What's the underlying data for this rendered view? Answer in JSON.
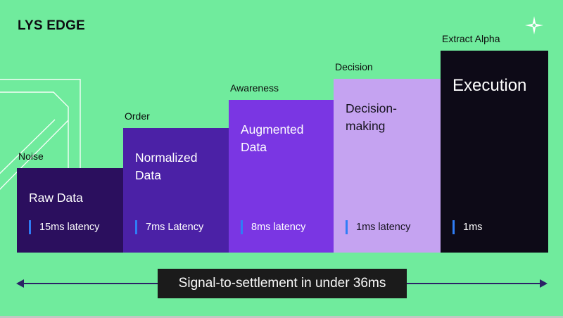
{
  "header": {
    "brand": "LYS EDGE"
  },
  "stages": [
    {
      "label": "Noise",
      "title": "Raw Data",
      "latency": "15ms latency",
      "color": "#2B0F5E",
      "text_color": "#FFFFFF"
    },
    {
      "label": "Order",
      "title": "Normalized Data",
      "latency": "7ms Latency",
      "color": "#4B21A6",
      "text_color": "#FFFFFF"
    },
    {
      "label": "Awareness",
      "title": "Augmented Data",
      "latency": "8ms latency",
      "color": "#7A36E3",
      "text_color": "#FFFFFF"
    },
    {
      "label": "Decision",
      "title": "Decision-making",
      "latency": "1ms latency",
      "color": "#C5A3F1",
      "text_color": "#16131F"
    },
    {
      "label": "Extract Alpha",
      "title": "Execution",
      "latency": "1ms",
      "color": "#0D0A17",
      "text_color": "#FFFFFF"
    }
  ],
  "banner": {
    "text": "Signal-to-settlement in under 36ms"
  },
  "icons": {
    "top_right": "sparkle-icon"
  },
  "colors": {
    "background": "#70EB9D",
    "bottom_strip": "#C3C6C3",
    "arrow": "#2B2166",
    "banner_bg": "#1B1B1B",
    "banner_text": "#FAFAFA",
    "latency_tick": "#2F7DF6",
    "stage_label_text": "#0B0B0B",
    "decoration_lines": "#FFFFFF"
  }
}
